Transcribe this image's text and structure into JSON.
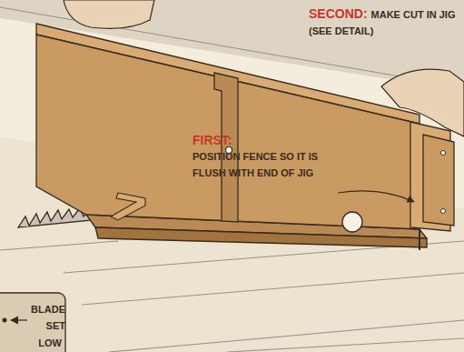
{
  "diagram": {
    "labels": [
      "SECOND:",
      "MAKE CUT IN JIG (SEE DETAIL)",
      "FIRST:",
      "POSITION FENCE SO IT IS FLUSH WITH END OF JIG",
      "BLADE SET LOW"
    ]
  }
}
